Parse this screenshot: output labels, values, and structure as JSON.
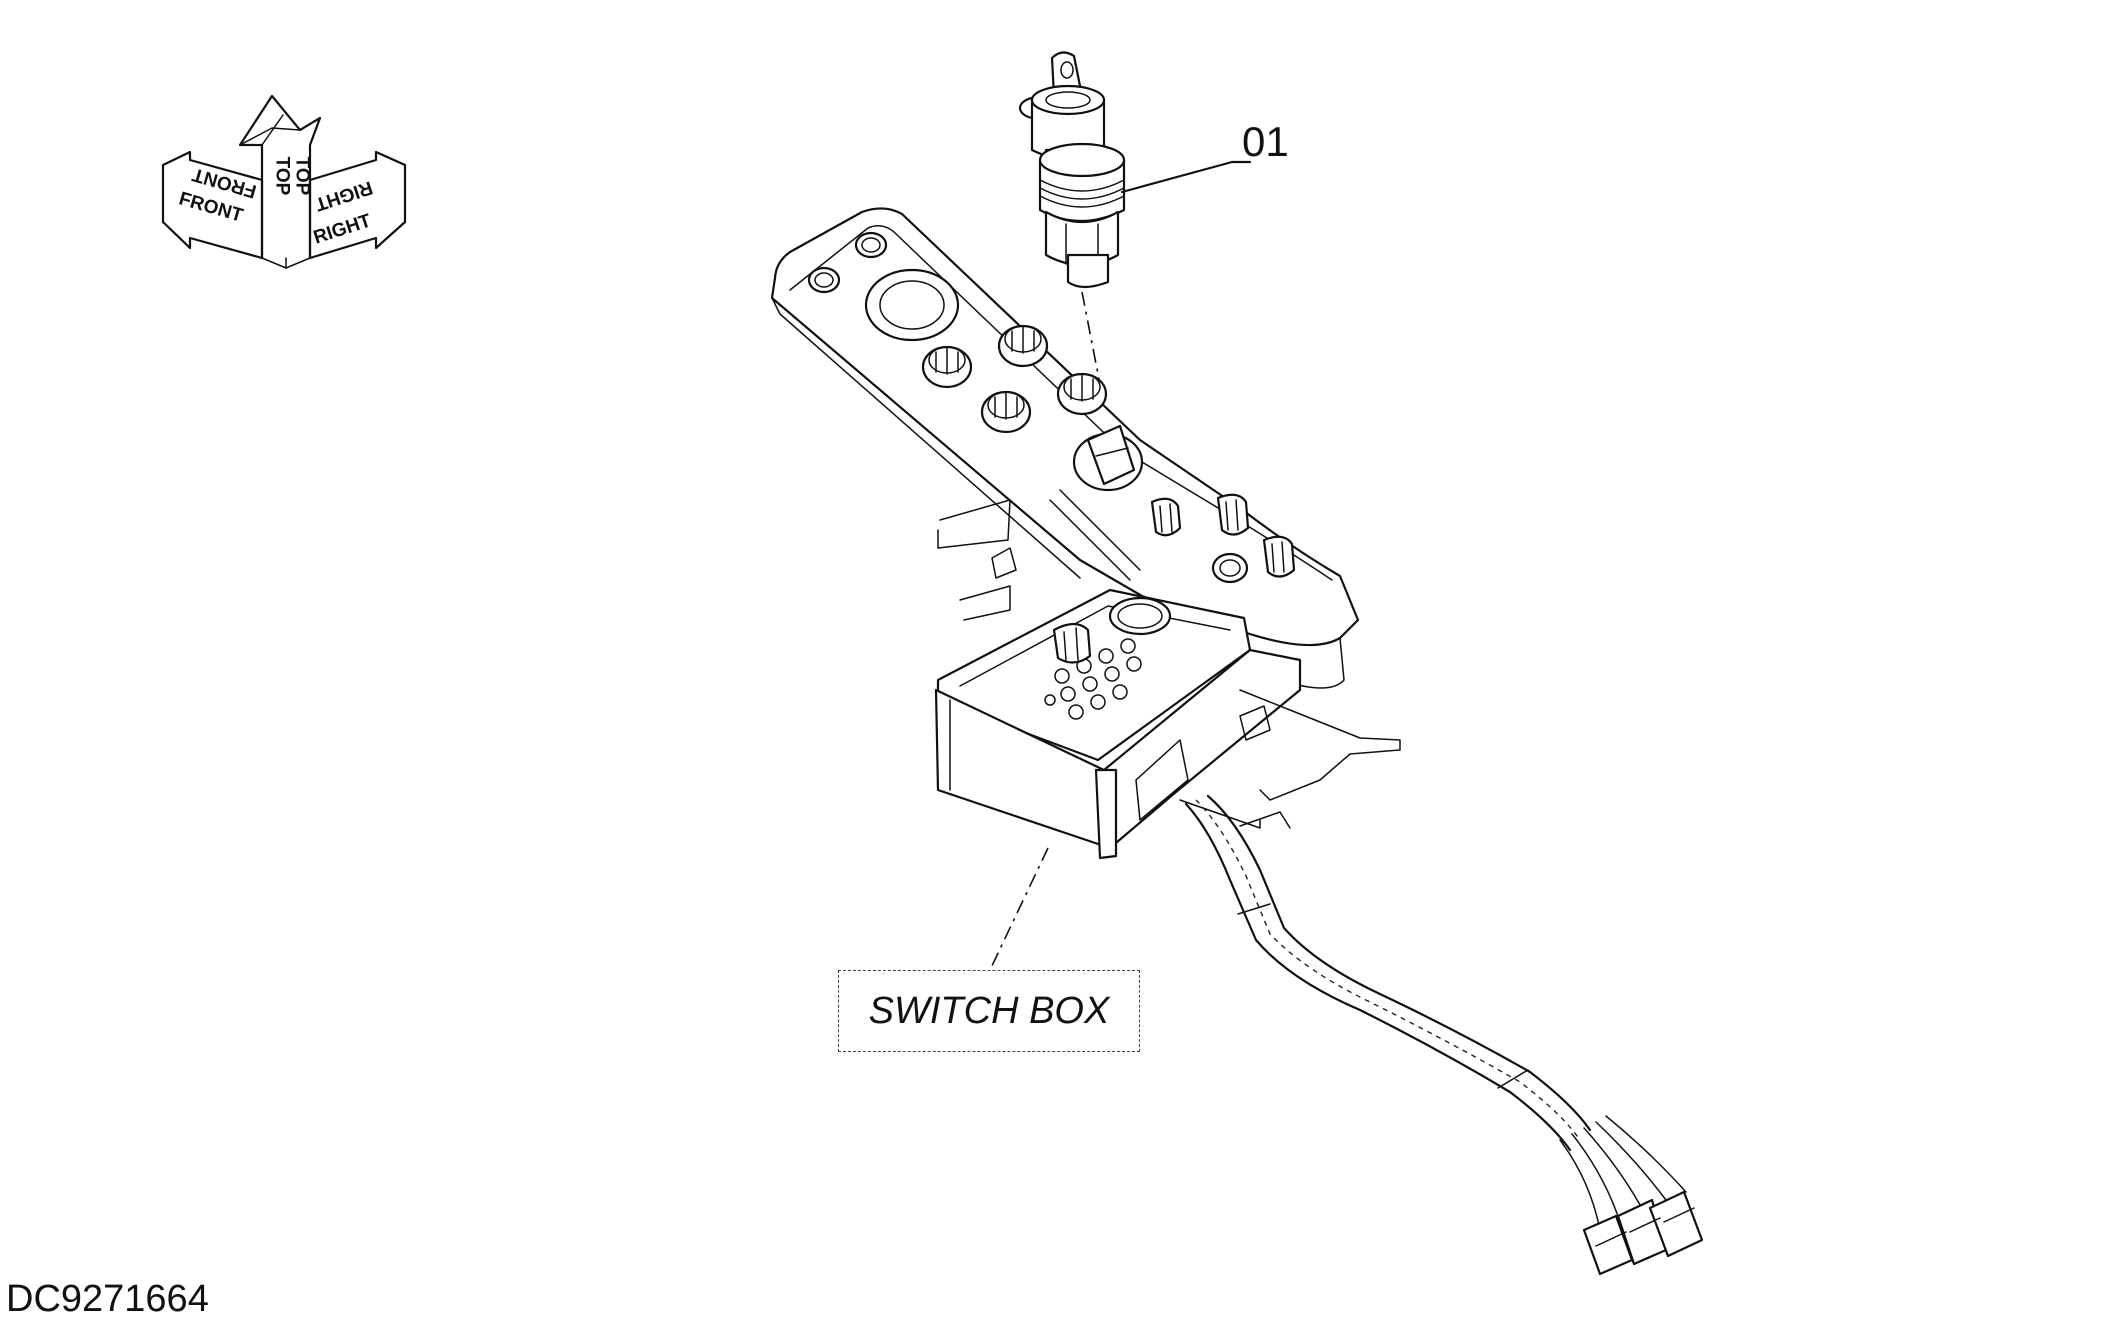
{
  "orientation_indicator": {
    "front": "FRONT",
    "top": "TOP",
    "right": "RIGHT"
  },
  "callouts": {
    "part_number": "01"
  },
  "assembly_label": "SWITCH BOX",
  "drawing_number": "DC9271664"
}
